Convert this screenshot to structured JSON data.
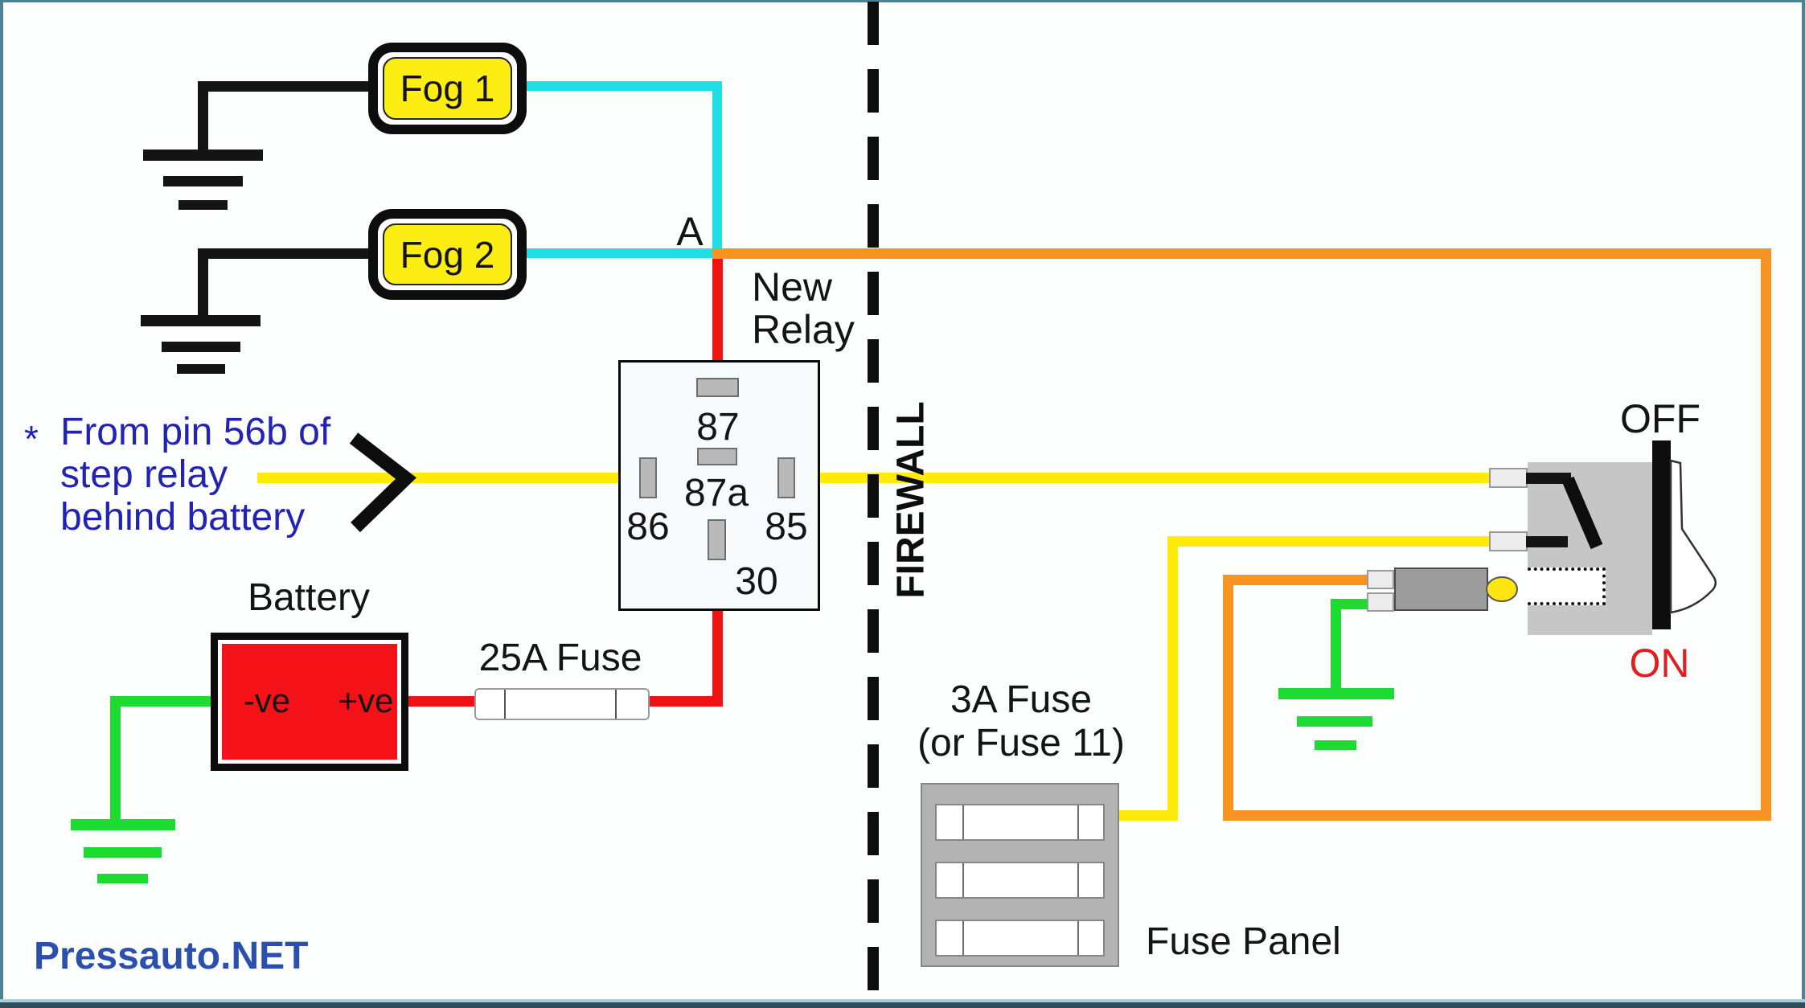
{
  "colors": {
    "wire_cyan": "#1fdfe6",
    "wire_orange": "#f79421",
    "wire_red": "#ef1313",
    "wire_yellow": "#ffeb07",
    "wire_green": "#1cdc32",
    "note_blue": "#2222b6",
    "watermark_blue": "#2b4fad",
    "on_red": "#e02020",
    "lamp_yellow": "#fcee12",
    "relay_fill": "#f8fbfd",
    "pin_gray": "#b9b9b9",
    "panel_gray": "#b3b3b3",
    "switch_gray": "#c6c6c6",
    "frame_teal": "#4e8296"
  },
  "lamps": {
    "fog1": "Fog 1",
    "fog2": "Fog 2"
  },
  "junction": {
    "label": "A"
  },
  "relay": {
    "title_line1": "New",
    "title_line2": "Relay",
    "pin87": "87",
    "pin87a": "87a",
    "pin86": "86",
    "pin85": "85",
    "pin30": "30"
  },
  "note": {
    "asterisk": "*",
    "line1": "From pin 56b of",
    "line2": "step relay",
    "line3": "behind battery"
  },
  "battery": {
    "title": "Battery",
    "neg": "-ve",
    "pos": "+ve"
  },
  "fuse25": {
    "label": "25A Fuse"
  },
  "firewall": {
    "label": "FIREWALL"
  },
  "fuse_panel": {
    "label_line1": "3A Fuse",
    "label_line2": "(or Fuse 11)",
    "caption": "Fuse Panel"
  },
  "switch": {
    "off": "OFF",
    "on": "ON"
  },
  "watermark": {
    "text": "Pressauto.NET"
  }
}
